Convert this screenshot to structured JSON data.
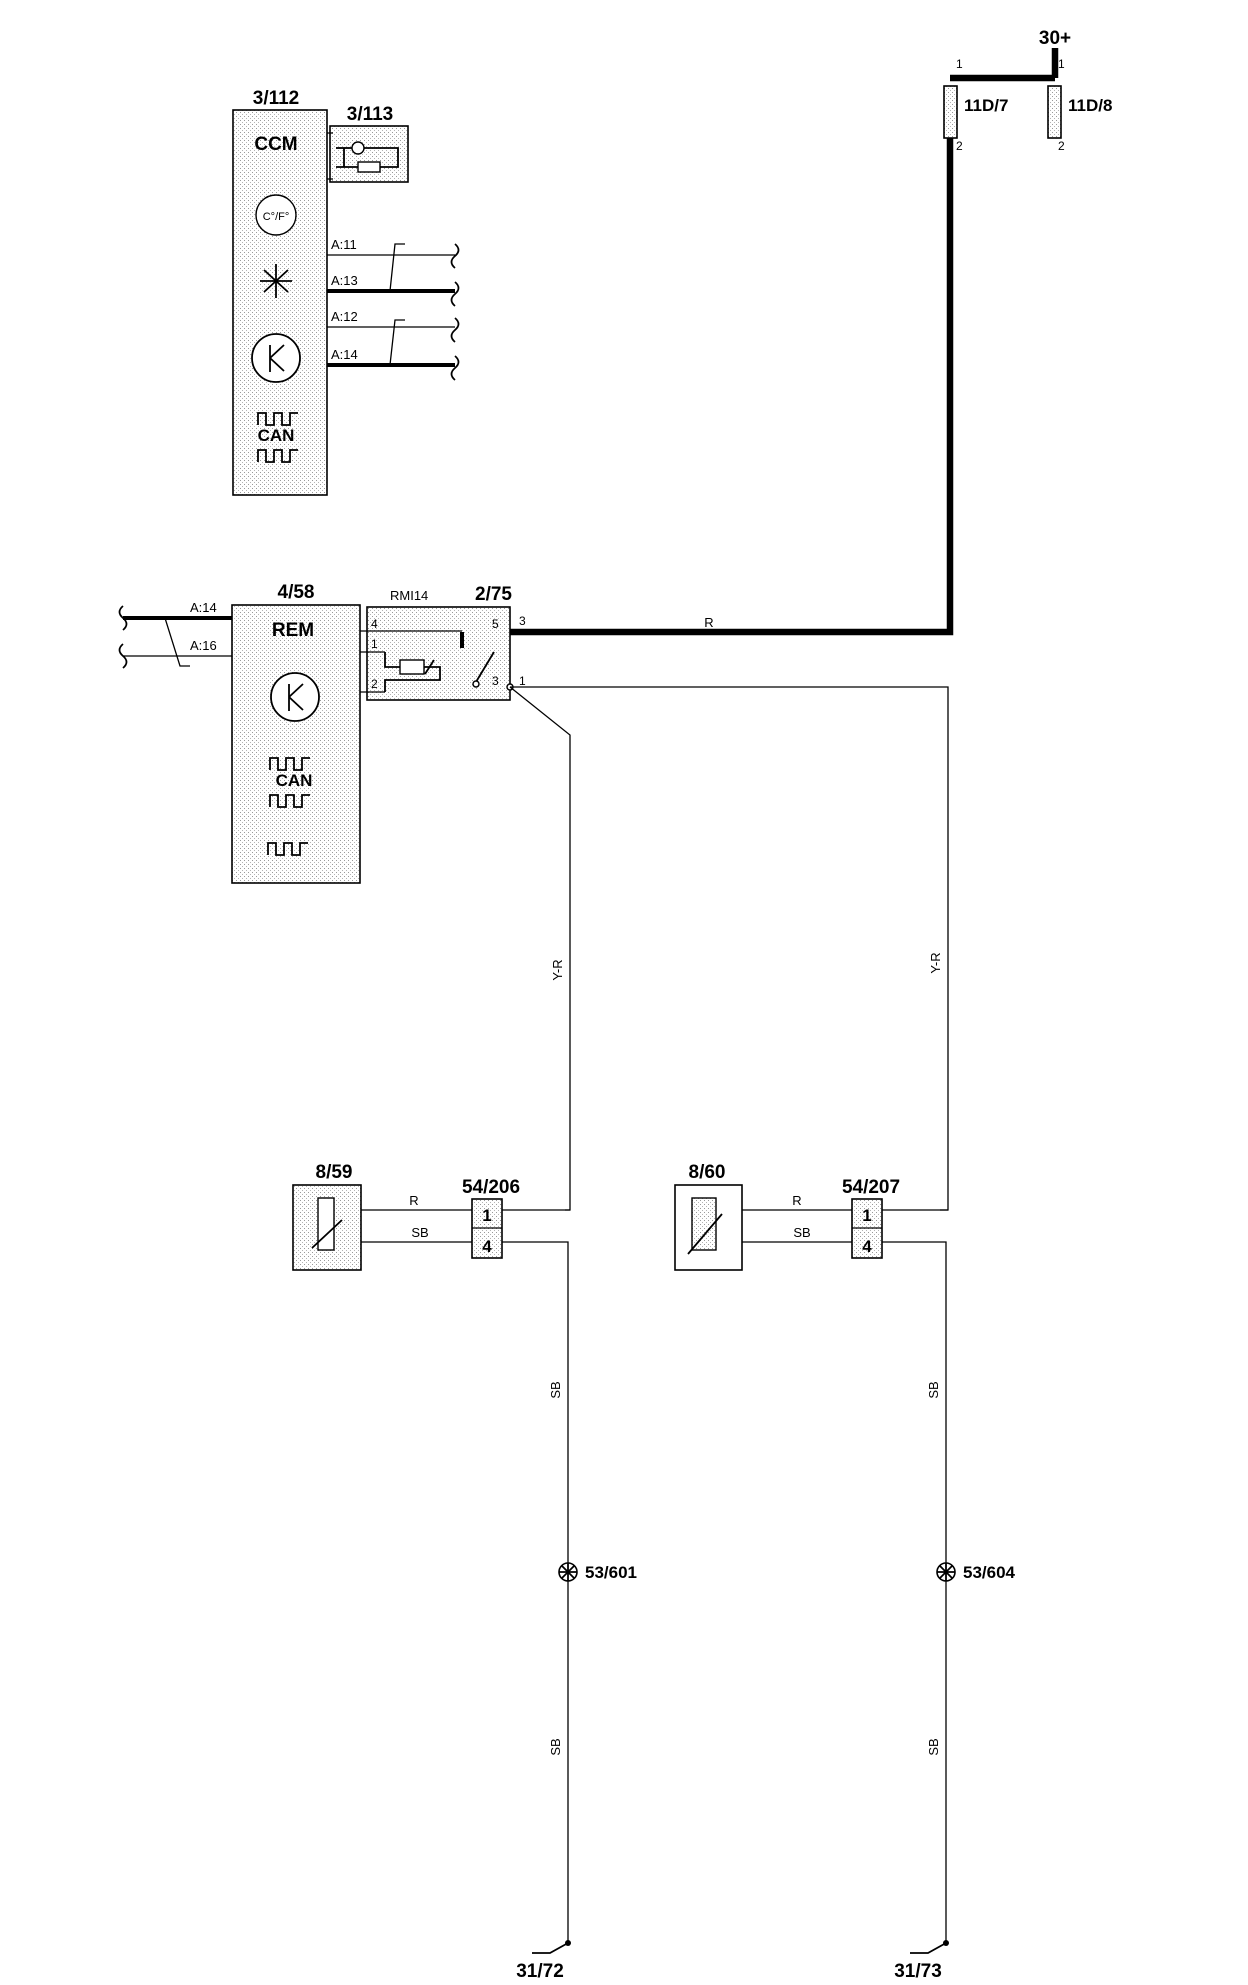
{
  "diagram": {
    "ccm": {
      "ref": "3/112",
      "name": "CCM",
      "temp_symbol": "C°/F°",
      "bus_label": "CAN",
      "pins": [
        "A:11",
        "A:13",
        "A:12",
        "A:14"
      ]
    },
    "sensor_3_113": {
      "ref": "3/113"
    },
    "rem": {
      "ref": "4/58",
      "name": "REM",
      "bus_label": "CAN",
      "pins": [
        "A:14",
        "A:16"
      ]
    },
    "relay": {
      "ref": "2/75",
      "name": "RMI14",
      "pin_labels": [
        "4",
        "5",
        "1",
        "2",
        "3",
        "3",
        "1"
      ]
    },
    "fuses": [
      {
        "ref": "11D/7",
        "pin_top": "1",
        "pin_bottom": "2"
      },
      {
        "ref": "11D/8",
        "pin_top": "1",
        "pin_bottom": "2"
      }
    ],
    "supply_label": "30+",
    "left_branch": {
      "component": "8/59",
      "connector": "54/206",
      "connector_pins": [
        "1",
        "4"
      ],
      "wire_r": "R",
      "wire_sb": "SB",
      "feed_wire": "Y-R",
      "ground_wire_1": "SB",
      "ground_wire_2": "SB",
      "splice": "53/601",
      "ground": "31/72"
    },
    "right_branch": {
      "component": "8/60",
      "connector": "54/207",
      "connector_pins": [
        "1",
        "4"
      ],
      "wire_r": "R",
      "wire_sb": "SB",
      "feed_wire": "Y-R",
      "ground_wire_1": "SB",
      "ground_wire_2": "SB",
      "splice": "53/604",
      "ground": "31/73"
    },
    "main_feed_wire": "R"
  }
}
